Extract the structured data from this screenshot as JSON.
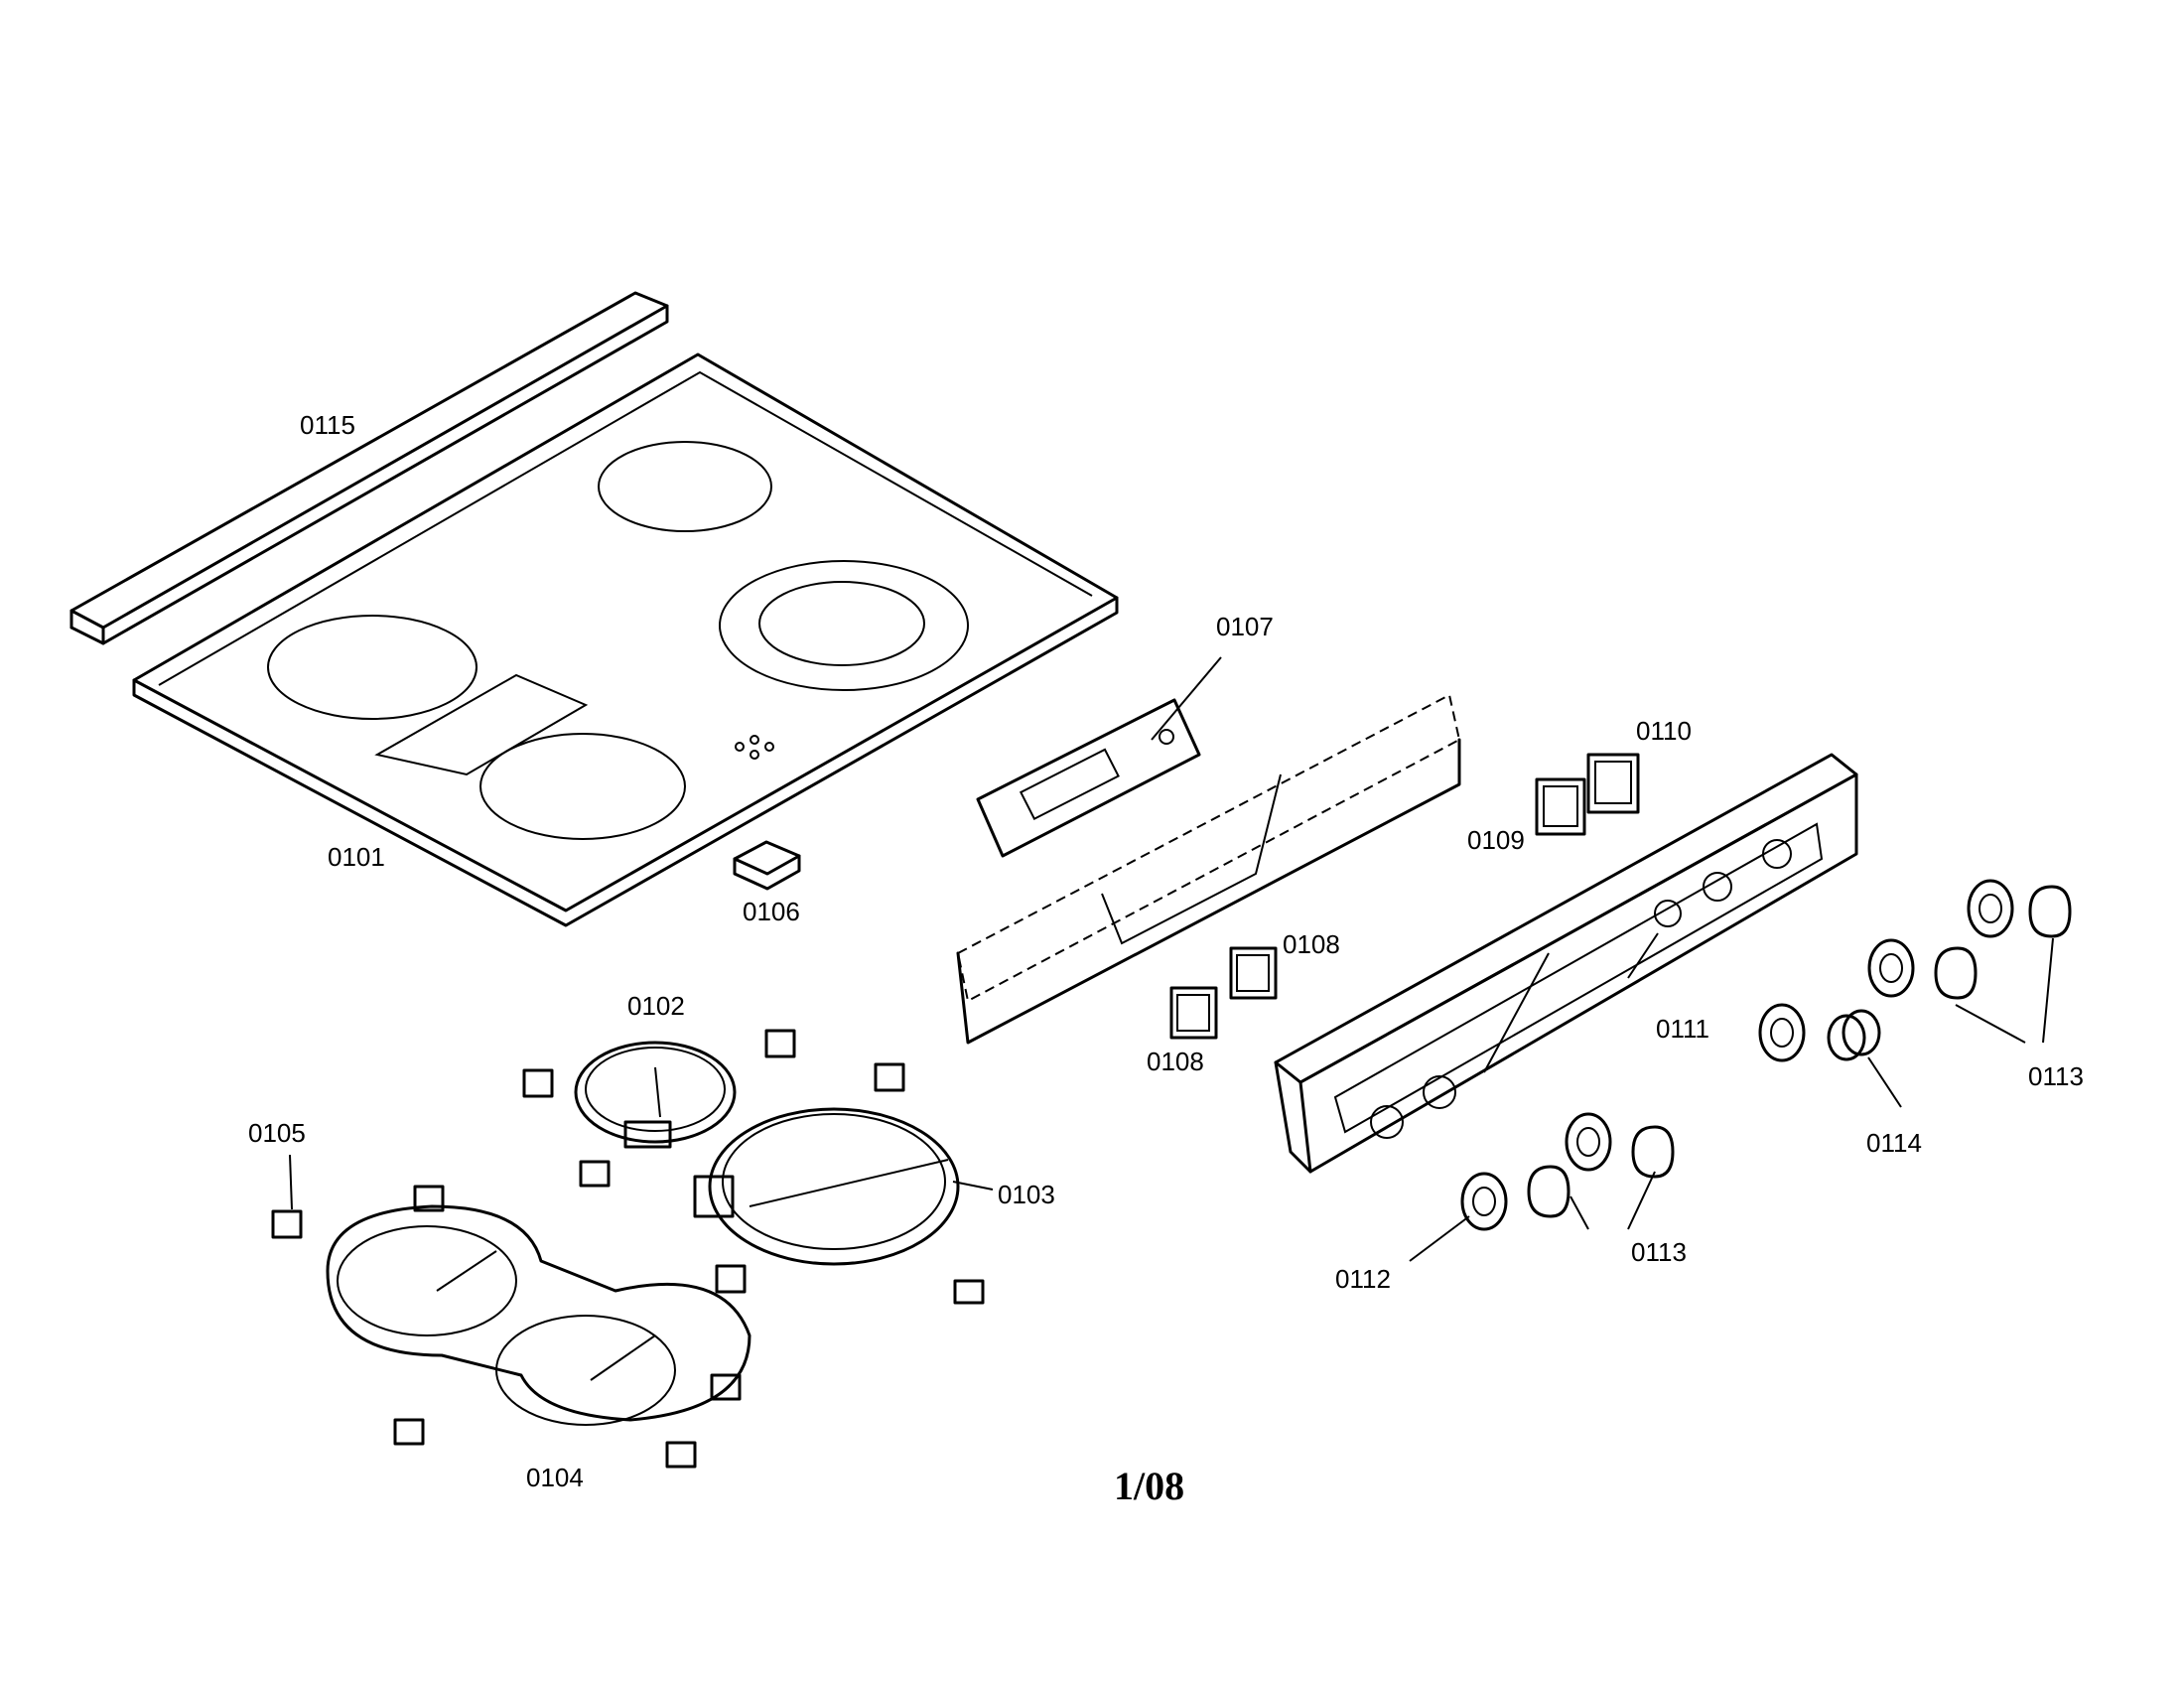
{
  "labels": {
    "p0101": "0101",
    "p0102": "0102",
    "p0103": "0103",
    "p0104": "0104",
    "p0105": "0105",
    "p0106": "0106",
    "p0107": "0107",
    "p0108a": "0108",
    "p0108b": "0108",
    "p0109": "0109",
    "p0110": "0110",
    "p0111": "0111",
    "p0112": "0112",
    "p0113a": "0113",
    "p0113b": "0113",
    "p0114": "0114",
    "p0115": "0115"
  },
  "page_number": "1/08"
}
